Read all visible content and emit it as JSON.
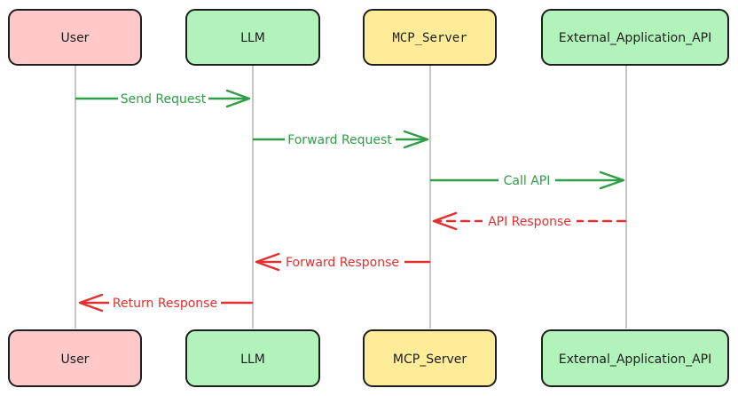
{
  "actors": [
    {
      "id": "user",
      "label_top": "User",
      "label_bottom": "User",
      "fill": "#ffc9c9",
      "top_mono": false
    },
    {
      "id": "llm",
      "label_top": "LLM",
      "label_bottom": "LLM",
      "fill": "#b2f2bb",
      "top_mono": false
    },
    {
      "id": "mcp",
      "label_top": "MCP_Server",
      "label_bottom": "MCP_Server",
      "fill": "#ffec99",
      "top_mono": true
    },
    {
      "id": "ext",
      "label_top": "External_Application_API",
      "label_bottom": "External_Application_API",
      "fill": "#b2f2bb",
      "top_mono": false
    }
  ],
  "messages": [
    {
      "from": "user",
      "to": "llm",
      "label": "Send Request",
      "color": "#2f9e44",
      "dashed": false
    },
    {
      "from": "llm",
      "to": "mcp",
      "label": "Forward Request",
      "color": "#2f9e44",
      "dashed": false
    },
    {
      "from": "mcp",
      "to": "ext",
      "label": "Call API",
      "color": "#2f9e44",
      "dashed": false
    },
    {
      "from": "ext",
      "to": "mcp",
      "label": "API Response",
      "color": "#e03131",
      "dashed": true
    },
    {
      "from": "mcp",
      "to": "llm",
      "label": "Forward Response",
      "color": "#e03131",
      "dashed": false
    },
    {
      "from": "llm",
      "to": "user",
      "label": "Return Response",
      "color": "#e03131",
      "dashed": false
    }
  ]
}
